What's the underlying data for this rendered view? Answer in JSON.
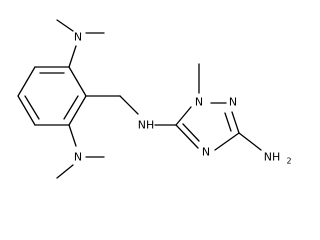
{
  "molecule": {
    "atoms": {
      "n_top": "N",
      "n_bottom": "N",
      "nh_linker": "NH",
      "n1_triazole": "N",
      "n2_triazole": "N",
      "n4_triazole": "N",
      "nh2_group": "NH"
    },
    "subscripts": {
      "nh2_count": "2"
    },
    "colors": {
      "bond": "#000000",
      "label": "#000000",
      "background": "#ffffff"
    }
  }
}
